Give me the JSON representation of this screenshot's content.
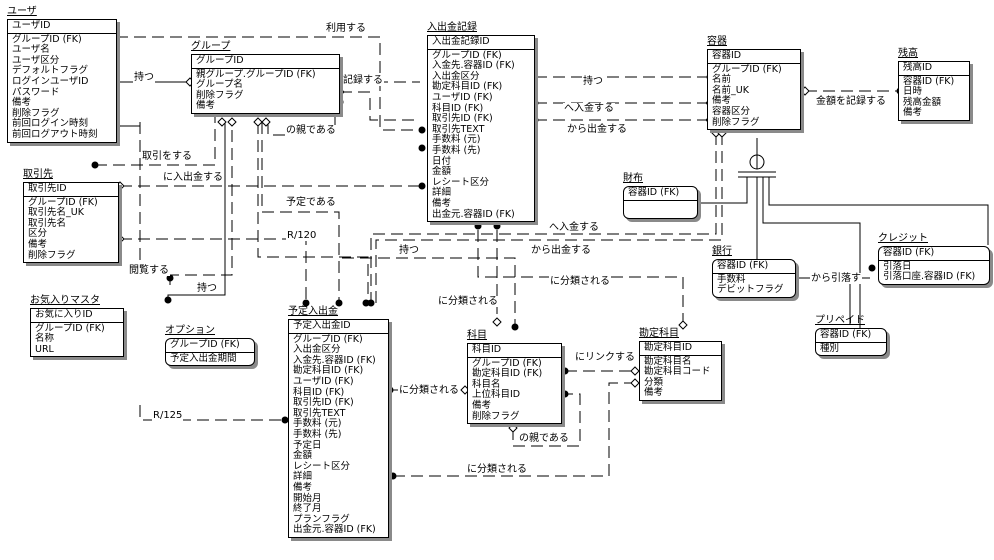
{
  "entities": {
    "user": {
      "title": "ユーザ",
      "pk": [
        "ユーザID"
      ],
      "attrs": [
        "グループID (FK)",
        "ユーザ名",
        "ユーザ区分",
        "デフォルトフラグ",
        "ログインユーザID",
        "パスワード",
        "備考",
        "削除フラグ",
        "前回ログイン時刻",
        "前回ログアウト時刻"
      ]
    },
    "group": {
      "title": "グループ",
      "pk": [
        "グループID"
      ],
      "attrs": [
        "親グループ.グループID (FK)",
        "グループ名",
        "削除フラグ",
        "備考"
      ]
    },
    "transaction": {
      "title": "入出金記録",
      "pk": [
        "入出金記録ID"
      ],
      "attrs": [
        "グループID (FK)",
        "入金先.容器ID (FK)",
        "入出金区分",
        "勘定科目ID (FK)",
        "ユーザID (FK)",
        "科目ID (FK)",
        "取引先ID (FK)",
        "取引先TEXT",
        "手数料 (元)",
        "手数料 (先)",
        "日付",
        "金額",
        "レシート区分",
        "詳細",
        "備考",
        "出金元.容器ID (FK)"
      ]
    },
    "container": {
      "title": "容器",
      "pk": [
        "容器ID"
      ],
      "attrs": [
        "グループID (FK)",
        "名前",
        "名前_UK",
        "備考",
        "容器区分",
        "削除フラグ"
      ]
    },
    "balance": {
      "title": "残高",
      "pk": [
        "残高ID"
      ],
      "attrs": [
        "容器ID (FK)",
        "日時",
        "残高金額",
        "備考"
      ]
    },
    "partner": {
      "title": "取引先",
      "pk": [
        "取引先ID"
      ],
      "attrs": [
        "グループID (FK)",
        "取引先名_UK",
        "取引先名",
        "区分",
        "備考",
        "削除フラグ"
      ]
    },
    "wallet": {
      "title": "財布",
      "pk": [
        "容器ID (FK)"
      ],
      "attrs": [
        ""
      ]
    },
    "bank": {
      "title": "銀行",
      "pk": [
        "容器ID (FK)"
      ],
      "attrs": [
        "手数料",
        "デビットフラグ"
      ]
    },
    "credit": {
      "title": "クレジット",
      "pk": [
        "容器ID (FK)"
      ],
      "attrs": [
        "引落日",
        "引落口座.容器ID (FK)"
      ]
    },
    "prepaid": {
      "title": "プリペイド",
      "pk": [
        "容器ID (FK)"
      ],
      "attrs": [
        "種別"
      ]
    },
    "favorite": {
      "title": "お気入りマスタ",
      "pk": [
        "お気に入りID"
      ],
      "attrs": [
        "グループID (FK)",
        "名称",
        "URL"
      ]
    },
    "option": {
      "title": "オプション",
      "pk": [
        "グループID (FK)"
      ],
      "attrs": [
        "予定入出金期間"
      ]
    },
    "planned": {
      "title": "予定入出金",
      "pk": [
        "予定入出金ID"
      ],
      "attrs": [
        "グループID (FK)",
        "入出金区分",
        "入金先.容器ID (FK)",
        "勘定科目ID (FK)",
        "ユーザID (FK)",
        "科目ID (FK)",
        "取引先ID (FK)",
        "取引先TEXT",
        "手数料 (元)",
        "手数料 (先)",
        "予定日",
        "金額",
        "レシート区分",
        "詳細",
        "備考",
        "開始月",
        "終了月",
        "プランフラグ",
        "出金元.容器ID (FK)"
      ]
    },
    "subject": {
      "title": "科目",
      "pk": [
        "科目ID"
      ],
      "attrs": [
        "グループID (FK)",
        "勘定科目ID (FK)",
        "科目名",
        "上位科目ID",
        "備考",
        "削除フラグ"
      ]
    },
    "account": {
      "title": "勘定科目",
      "pk": [
        "勘定科目ID"
      ],
      "attrs": [
        "勘定科目名",
        "勘定科目コード",
        "分類",
        "備考"
      ]
    }
  },
  "relationships": {
    "uses": "利用する",
    "has_user_group": "持つ",
    "records": "記録する",
    "parent_of_group": "の親である",
    "trades": "取引をする",
    "deposit_withdraw": "に入出金する",
    "is_planned": "予定である",
    "r120": "R/120",
    "browses": "閲覧する",
    "has_option": "持つ",
    "has_container": "持つ",
    "deposit_to": "へ入金する",
    "withdraw_from": "から出金する",
    "records_amount": "金額を記録する",
    "deposit_to_2": "へ入金する",
    "withdraw_from_2": "から出金する",
    "has_planned": "持つ",
    "classified_1": "に分類される",
    "classified_2": "に分類される",
    "classified_3": "に分類される",
    "classified_4": "に分類される",
    "links": "にリンクする",
    "parent_of_subject": "の親である",
    "r125": "R/125",
    "debit_from": "から引落す"
  }
}
